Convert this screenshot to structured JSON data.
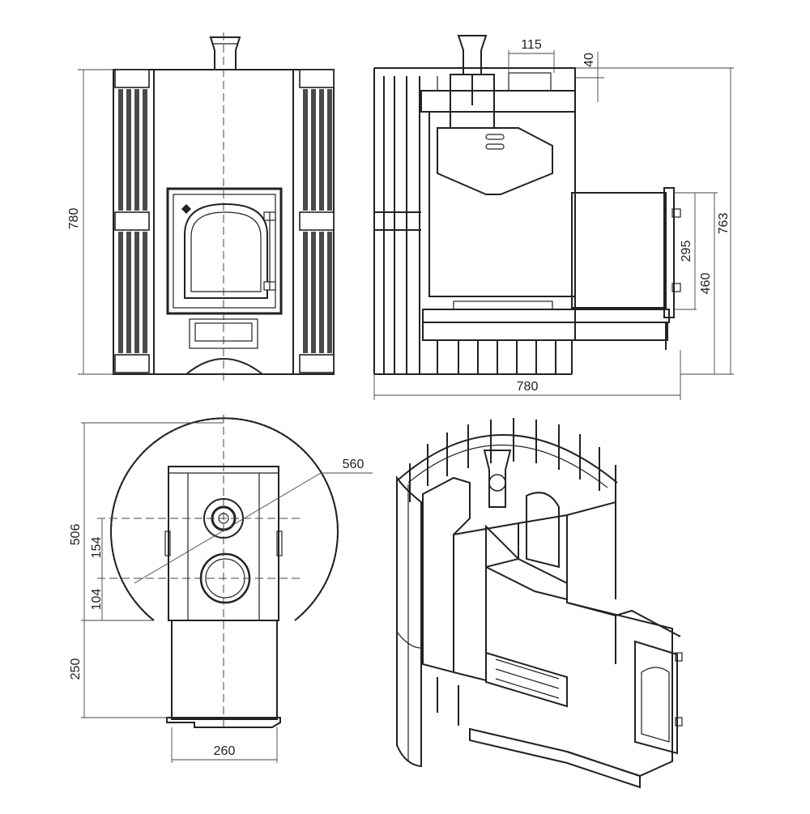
{
  "dimensions": {
    "front_height": "780",
    "side_chimney_width": "115",
    "side_top_offset": "40",
    "side_total_height": "763",
    "side_door_height": "460",
    "side_door_inner": "295",
    "side_width": "780",
    "plan_diameter": "560",
    "plan_depth": "506",
    "plan_offset_upper": "154",
    "plan_offset_lower": "104",
    "plan_tunnel_length": "250",
    "plan_tunnel_width": "260"
  }
}
